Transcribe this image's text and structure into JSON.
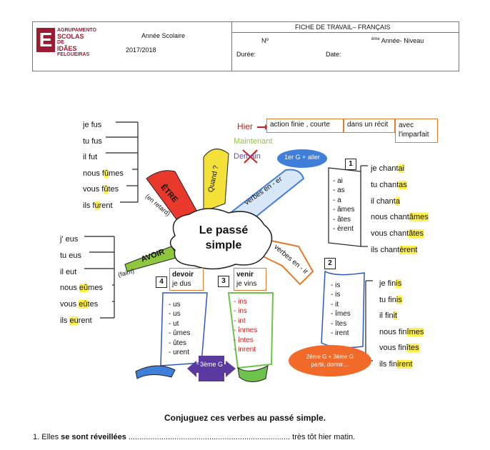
{
  "header": {
    "logo_letter": "E",
    "logo_lines": [
      "AGRUPAMENTO",
      "SCOLAS",
      "DE",
      "IDÃES",
      "FELGUEIRAS"
    ],
    "school_year_label": "Année Scolaire",
    "school_year": "2017/2018",
    "sheet_title": "FICHE DE TRAVAIL– FRANÇAIS",
    "no_label": "Nº",
    "level_sup": "ème",
    "level_label": "Année- Niveau",
    "duration_label": "Durée:",
    "date_label": "Date:"
  },
  "diagram": {
    "center_line1": "Le passé",
    "center_line2": "simple",
    "arms": {
      "etre": "ÊTRE",
      "etre_note": "(en retard)",
      "avoir": "AVOIR",
      "avoir_note": "(faim)",
      "quand": "Quand ?",
      "er": "verbes en - er",
      "ir": "verbes en - ir"
    },
    "time_words": {
      "hier": "Hier",
      "maintenant": "Maintenant",
      "demain": "Demain"
    },
    "usage": {
      "b1": "action finie , courte",
      "b2": "dans un récit",
      "b3": "avec l'imparfait"
    },
    "group1_bubble": "1er G + aller",
    "group23_bubble_line1": "2ème G + 3ème G",
    "group23_bubble_line2": "partir, dormir…",
    "group3_arrow": "3ème G",
    "etre_conj": [
      {
        "pre": "je fus",
        "hl": "",
        "post": ""
      },
      {
        "pre": "tu fus",
        "hl": "",
        "post": ""
      },
      {
        "pre": "il fut",
        "hl": "",
        "post": ""
      },
      {
        "pre": "nous f",
        "hl": "û",
        "post": "mes"
      },
      {
        "pre": "vous f",
        "hl": "û",
        "post": "tes"
      },
      {
        "pre": "ils f",
        "hl": "u",
        "post": "rent"
      }
    ],
    "avoir_conj": [
      {
        "pre": "j' eus",
        "hl": "",
        "post": ""
      },
      {
        "pre": "tu eus",
        "hl": "",
        "post": ""
      },
      {
        "pre": "il eut",
        "hl": "",
        "post": ""
      },
      {
        "pre": "nous ",
        "hl": "eû",
        "post": "mes"
      },
      {
        "pre": "vous ",
        "hl": "eû",
        "post": "tes"
      },
      {
        "pre": "ils ",
        "hl": "eu",
        "post": "rent"
      }
    ],
    "chanter_conj": [
      {
        "pre": "je chant",
        "hl": "ai"
      },
      {
        "pre": "tu chant",
        "hl": "as"
      },
      {
        "pre": "il chant",
        "hl": "a"
      },
      {
        "pre": "nous chant",
        "hl": "âmes"
      },
      {
        "pre": "vous chant",
        "hl": "âtes"
      },
      {
        "pre": "ils chant",
        "hl": "èrent"
      }
    ],
    "finir_conj": [
      {
        "pre": "je fin",
        "hl": "is"
      },
      {
        "pre": "tu fin",
        "hl": "is"
      },
      {
        "pre": "il fin",
        "hl": "it"
      },
      {
        "pre": "nous fin",
        "hl": "îmes"
      },
      {
        "pre": "vous fin",
        "hl": "îtes"
      },
      {
        "pre": "ils fin",
        "hl": "irent"
      }
    ],
    "scroll1": {
      "num": "1",
      "endings": [
        "- ai",
        "- as",
        "- a",
        "- âmes",
        "- âtes",
        "- èrent"
      ]
    },
    "scroll2": {
      "num": "2",
      "endings": [
        "- is",
        "- is",
        "- it",
        "- îmes",
        "- îtes",
        "- irent"
      ]
    },
    "scroll3": {
      "num": "3",
      "verb": "venir",
      "example": "je vins",
      "endings": [
        "- ins",
        "- ins",
        "- int",
        "- înmes",
        "- întes",
        "- inrent"
      ]
    },
    "scroll4": {
      "num": "4",
      "verb": "devoir",
      "example": "je dus",
      "endings": [
        "- us",
        "- us",
        "- ut",
        "- ûmes",
        "- ûtes",
        "- urent"
      ]
    }
  },
  "exercise": {
    "title": "Conjuguez ces verbes au passé simple.",
    "item1_num": "1. Elles ",
    "item1_bold": "se sont réveillées",
    "item1_dots": " ..........................................................................",
    "item1_end": " très tôt hier matin."
  },
  "colors": {
    "accent_orange": "#e07a2c",
    "highlight": "#fff04a",
    "red": "#d0201c",
    "blue_bubble": "#3f7fd9",
    "orange_bubble": "#f26a2a",
    "purple_arrow": "#5b3aa0"
  }
}
